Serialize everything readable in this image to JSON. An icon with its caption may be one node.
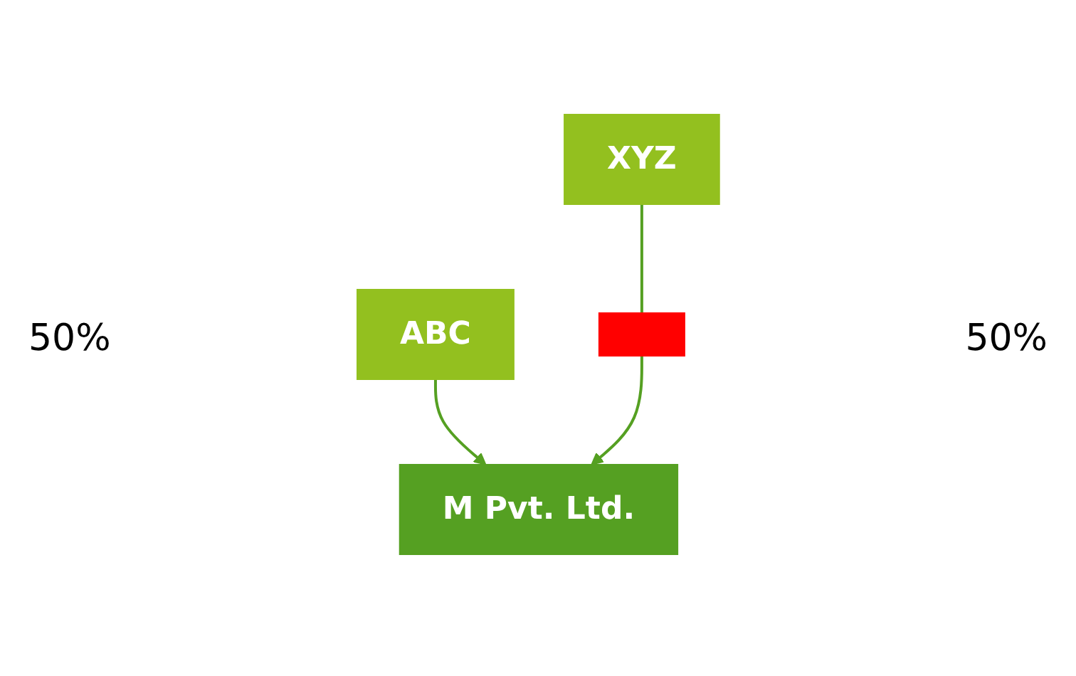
{
  "diagram": {
    "nodes": [
      {
        "text": [
          "ABC"
        ]
      },
      {
        "text": [
          "XYZ"
        ]
      },
      {
        "text": [
          "M Pvt. Ltd."
        ]
      },
      {
        "text": [],
        "shape": "box"
      }
    ],
    "edges": [
      {
        "from": 0,
        "to": 2,
        "arrow": "to"
      },
      {
        "from": 1,
        "to": 3,
        "arrow": "none"
      },
      {
        "from": 3,
        "to": 2,
        "arrow": "to"
      }
    ],
    "labels": [
      "50%",
      "50%"
    ]
  }
}
